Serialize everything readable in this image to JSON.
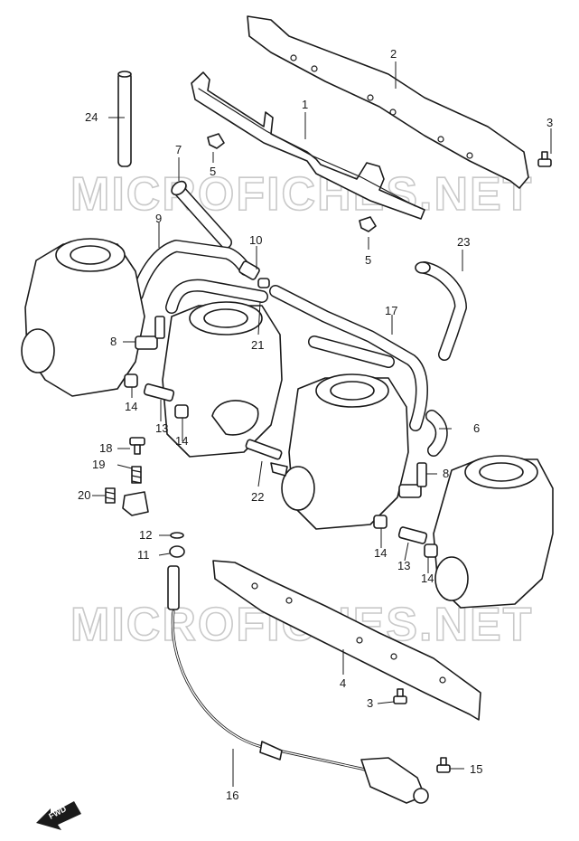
{
  "watermark": "MICROFICHES.NET",
  "fwd_label": "FWD",
  "callouts": {
    "n1": "1",
    "n2": "2",
    "n3a": "3",
    "n3b": "3",
    "n4": "4",
    "n5a": "5",
    "n5b": "5",
    "n6": "6",
    "n7": "7",
    "n8a": "8",
    "n8b": "8",
    "n9": "9",
    "n10": "10",
    "n11": "11",
    "n12": "12",
    "n13a": "13",
    "n13b": "13",
    "n14a": "14",
    "n14b": "14",
    "n14c": "14",
    "n14d": "14",
    "n15": "15",
    "n16": "16",
    "n17": "17",
    "n18": "18",
    "n19": "19",
    "n20": "20",
    "n21": "21",
    "n22": "22",
    "n23": "23",
    "n24": "24"
  }
}
